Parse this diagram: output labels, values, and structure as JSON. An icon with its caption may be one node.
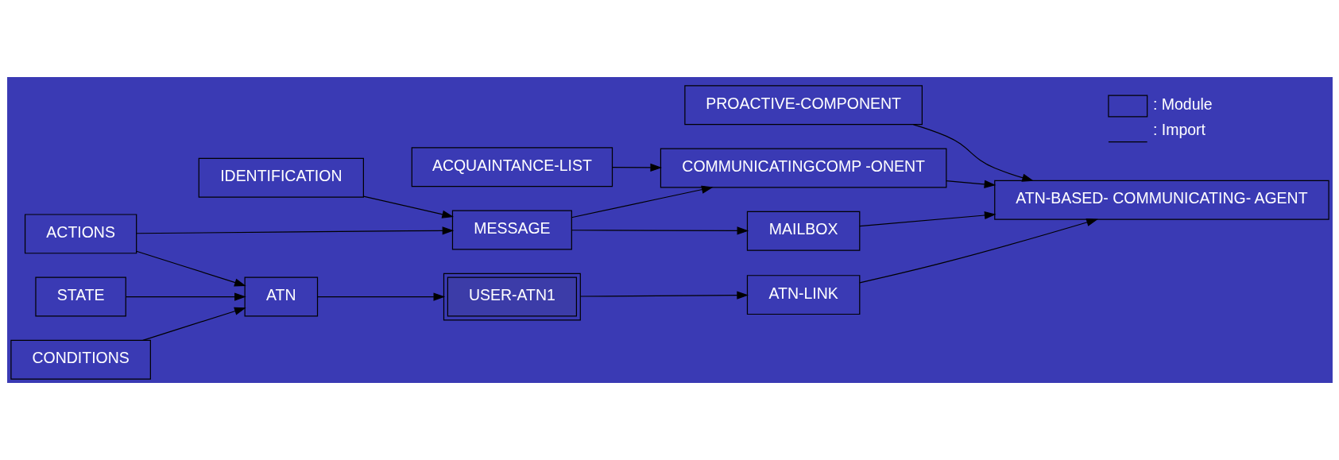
{
  "diagram": {
    "nodes": [
      {
        "text": [
          "PROACTIVE-COMPONENT"
        ]
      },
      {
        "text": [
          "STATE"
        ]
      },
      {
        "text": [
          "CONDITIONS"
        ]
      },
      {
        "text": [
          "ACTIONS"
        ]
      },
      {
        "text": [
          "IDENTIFICATION"
        ]
      },
      {
        "text": [
          "ACQUAINTANCE-LIST"
        ]
      },
      {
        "text": [
          "ATN"
        ]
      },
      {
        "text": [
          "USER-ATN1"
        ]
      },
      {
        "text": [
          "MESSAGE"
        ]
      },
      {
        "text": [
          "MAILBOX"
        ]
      },
      {
        "text": [
          "ATN-LINK"
        ]
      },
      {
        "text": [
          "COMMUNICATINGCOMP -ONENT"
        ]
      },
      {
        "text": [
          "ATN-BASED- COMMUNICATING- AGENT"
        ]
      }
    ],
    "edges": [
      {
        "from": 1,
        "to": 6,
        "arrow": "to"
      },
      {
        "from": 2,
        "to": 6,
        "arrow": "to"
      },
      {
        "from": 3,
        "to": 6,
        "arrow": "to"
      },
      {
        "from": 3,
        "to": 8,
        "arrow": "to"
      },
      {
        "from": 4,
        "to": 8,
        "arrow": "to"
      },
      {
        "from": 6,
        "to": 7,
        "arrow": "to"
      },
      {
        "from": 7,
        "to": 10,
        "arrow": "to"
      },
      {
        "from": 8,
        "to": 9,
        "arrow": "to"
      },
      {
        "from": 8,
        "to": 11,
        "arrow": "to"
      },
      {
        "from": 5,
        "to": 11,
        "arrow": "to"
      },
      {
        "from": 0,
        "to": 12,
        "arrow": "to"
      },
      {
        "from": 10,
        "to": 12,
        "arrow": "to"
      },
      {
        "from": 9,
        "to": 12,
        "arrow": "to"
      },
      {
        "from": 11,
        "to": 12,
        "arrow": "to"
      }
    ],
    "legend": [
      {
        "text": ": Module"
      },
      {
        "text": ": Import"
      }
    ]
  }
}
